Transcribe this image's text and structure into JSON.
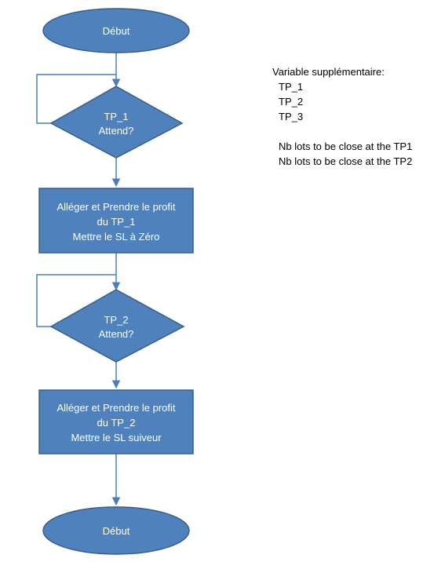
{
  "flowchart": {
    "start": {
      "label": "Début"
    },
    "decision_1": {
      "lines": [
        "TP_1",
        "Attend?"
      ]
    },
    "process_1": {
      "lines": [
        "Alléger et Prendre le profit",
        "du TP_1",
        "Mettre le SL à Zéro"
      ]
    },
    "decision_2": {
      "lines": [
        "TP_2",
        "Attend?"
      ]
    },
    "process_2": {
      "lines": [
        "Alléger et Prendre le profit",
        "du TP_2",
        "Mettre le SL suiveur"
      ]
    },
    "end": {
      "label": "Début"
    }
  },
  "notes": {
    "title": "Variable supplémentaire:",
    "variables": [
      "TP_1",
      "TP_2",
      "TP_3"
    ],
    "lots": [
      "Nb lots to be close at the TP1",
      "Nb lots to be close at the TP2"
    ]
  },
  "colors": {
    "node_fill": "#4f81bd",
    "node_border": "#385d8a",
    "connector": "#4a7ebb",
    "node_text": "#ffffff"
  }
}
